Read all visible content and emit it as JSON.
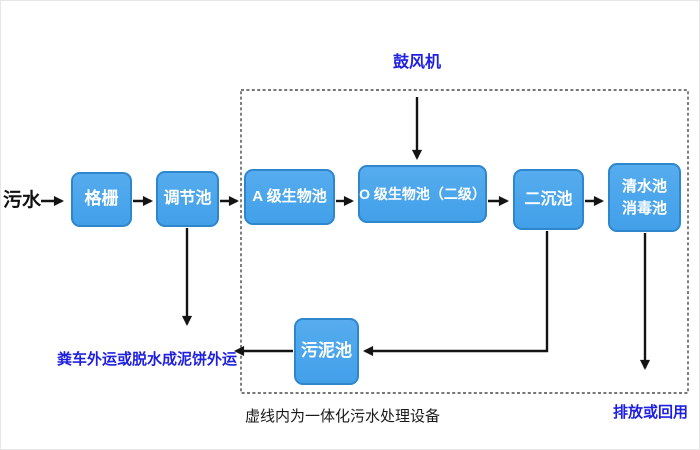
{
  "labels": {
    "sewage": "污水",
    "blower": "鼓风机",
    "sludge_out": "粪车外运或脱水成泥饼外运",
    "dashed_box_caption": "虚线内为一体化污水处理设备",
    "discharge": "排放或回用"
  },
  "nodes": {
    "grille": "格栅",
    "regulating_tank": "调节池",
    "a_bio_tank": "A 级生物池",
    "o_bio_tank": "O 级生物池（二级）",
    "secondary_sedimentation_tank": "二沉池",
    "clearwater_tank_line1": "清水池",
    "clearwater_tank_line2": "消毒池",
    "sludge_tank": "污泥池"
  },
  "colors": {
    "box_fill": "#42A0E9",
    "box_fill_top": "#56ACEE",
    "box_border": "#2E87CD",
    "box_text": "#FFFFFF",
    "accent_blue_text": "#1F1FE0",
    "line_color": "#141414",
    "dash_color": "#4A4A4A"
  }
}
